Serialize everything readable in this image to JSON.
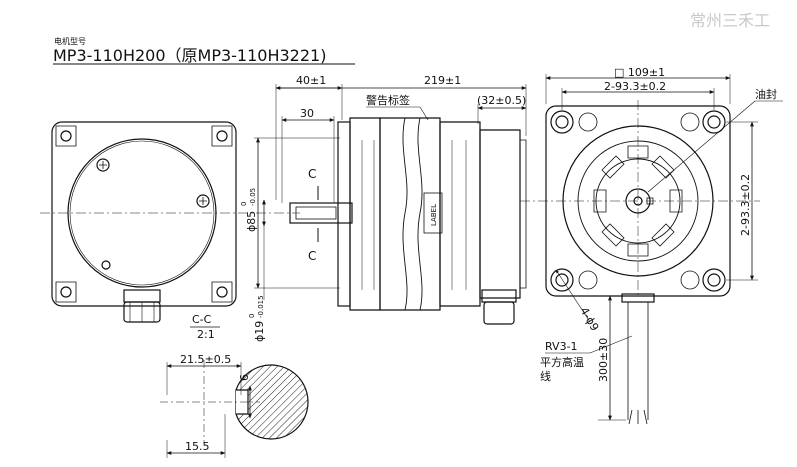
{
  "header": {
    "model_caption": "电机型号",
    "model_name": "MP3-110H200（原MP3-110H3221)",
    "watermark": "常州三禾工"
  },
  "dims": {
    "shaft_ext": "40±1",
    "shaft_key_len": "30",
    "total_len": "219±1",
    "rear_len": "(32±0.5)",
    "square_size": "□ 109±1",
    "hole_pitch_h": "2-93.3±0.2",
    "hole_pitch_v": "2-93.3±0.2",
    "pilot_dia": "ϕ85",
    "pilot_tol_top": "0",
    "pilot_tol_bot": "-0.05",
    "shaft_dia": "ϕ19",
    "shaft_tol_top": "0",
    "shaft_tol_bot": "-0.015",
    "hole_spec": "4-ϕ9",
    "cable_len": "300±30",
    "shaft_cut_w": "21.5±0.5",
    "key_w": "6",
    "key_depth": "15.5"
  },
  "labels": {
    "warning_label": "警告标签",
    "oil_seal": "油封",
    "cable_type": "RV3-1",
    "cable_desc_1": "平方高温",
    "cable_desc_2": "线",
    "section_c_top": "C",
    "section_c_bot": "C",
    "section_name": "C-C",
    "section_scale": "2:1",
    "label_tag": "LABEL"
  }
}
